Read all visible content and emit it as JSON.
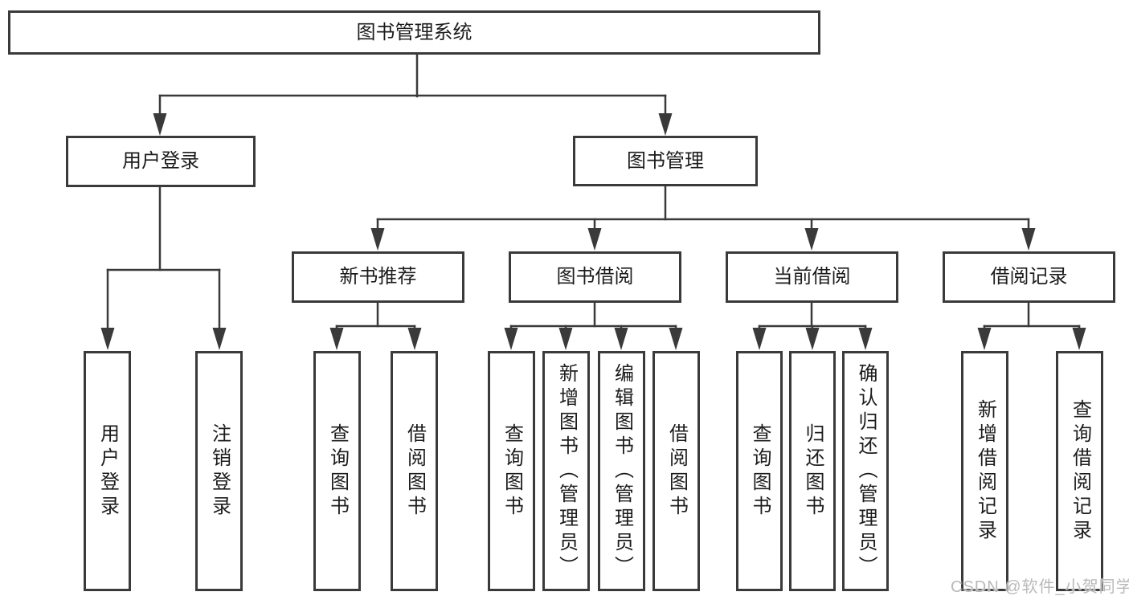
{
  "diagram_title": "图书管理系统",
  "watermark": {
    "text": "CSDN @软件_小贺同学"
  },
  "colors": {
    "line": "#3a3a3a",
    "box_border": "#3a3a3a",
    "box_background": "#ffffff",
    "text": "#1c1c1c",
    "watermark": "#b9b9b9",
    "background": "#ffffff"
  },
  "tree": {
    "label": "图书管理系统",
    "children": [
      {
        "label": "用户登录",
        "children": [
          {
            "label": "用户登录"
          },
          {
            "label": "注销登录"
          }
        ]
      },
      {
        "label": "图书管理",
        "children": [
          {
            "label": "新书推荐",
            "children": [
              {
                "label": "查询图书"
              },
              {
                "label": "借阅图书"
              }
            ]
          },
          {
            "label": "图书借阅",
            "children": [
              {
                "label": "查询图书"
              },
              {
                "label": "新增图书（管理员）"
              },
              {
                "label": "编辑图书（管理员）"
              },
              {
                "label": "借阅图书"
              }
            ]
          },
          {
            "label": "当前借阅",
            "children": [
              {
                "label": "查询图书"
              },
              {
                "label": "归还图书"
              },
              {
                "label": "确认归还（管理员）"
              }
            ]
          },
          {
            "label": "借阅记录",
            "children": [
              {
                "label": "新增借阅记录"
              },
              {
                "label": "查询借阅记录"
              }
            ]
          }
        ]
      }
    ]
  }
}
